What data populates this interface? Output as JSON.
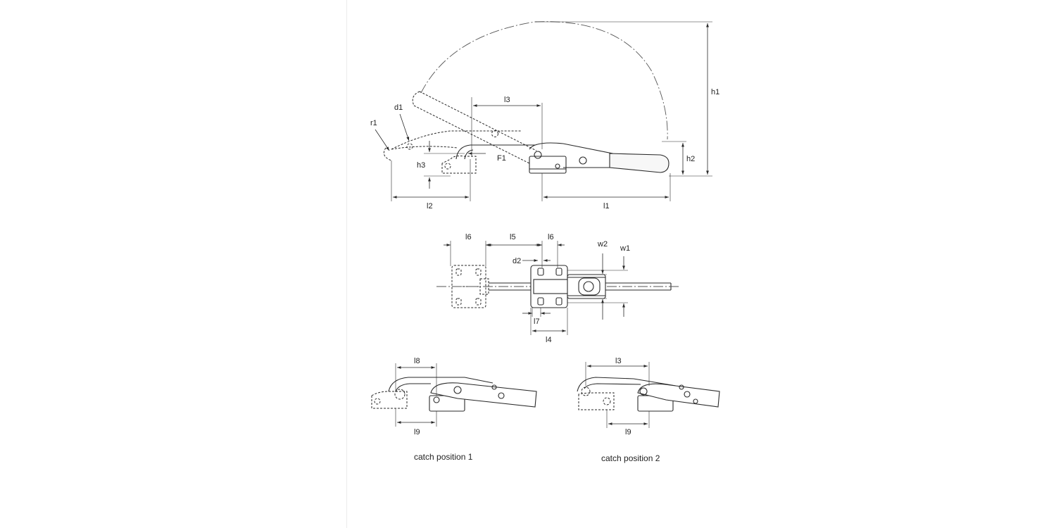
{
  "drawing": {
    "labels": {
      "l1": "l1",
      "l2": "l2",
      "l3": "l3",
      "l4": "l4",
      "l5": "l5",
      "l6": "l6",
      "l7": "l7",
      "l8": "l8",
      "l9": "l9",
      "h1": "h1",
      "h2": "h2",
      "h3": "h3",
      "d1": "d1",
      "d2": "d2",
      "r1": "r1",
      "F1": "F1",
      "w1": "w1",
      "w2": "w2"
    },
    "captions": {
      "catch1": "catch position 1",
      "catch2": "catch position 2"
    }
  }
}
